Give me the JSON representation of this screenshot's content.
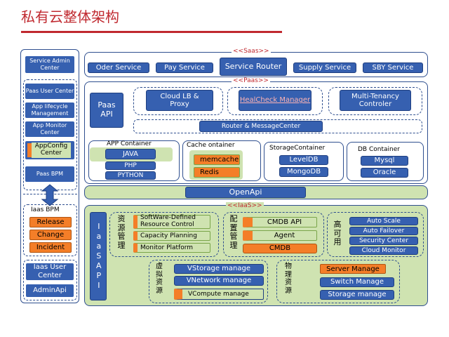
{
  "title": "私有云整体架构",
  "left": {
    "service_admin": "Service Admin Center",
    "paas_user": "Paas User Center",
    "app_lifecycle": "App lifecycle Management",
    "app_monitor": "App Monitor Center",
    "appconfig": "AppConfig Center",
    "paas_bpm": "Paas BPM",
    "iaas_bpm": "Iaas BPM",
    "release": "Release",
    "change": "Change",
    "incident": "Incident",
    "iaas_user": "Iaas User Center",
    "admin_api": "AdminApi"
  },
  "saas": {
    "tag": "<<Saas>>",
    "services": [
      "Oder Service",
      "Pay Service",
      "Service Router",
      "Supply Service",
      "SBY Service"
    ]
  },
  "paas": {
    "tag": "<<Paas>>",
    "api": "Paas API",
    "cloud_lb": "Cloud LB & Proxy",
    "healcheck": "HealCheck Manager",
    "multitenancy": "Multi-Tenancy Controler",
    "router": "Router & MessageCenter",
    "app_container": "APP Container",
    "apps": [
      "JAVA",
      "PHP",
      "PYTHON"
    ],
    "cache_container": "Cache ontainer",
    "caches": [
      "memcache",
      "Redis"
    ],
    "storage_container": "StorageContainer",
    "storages": [
      "LevelDB",
      "MongoDB"
    ],
    "db_container": "DB Container",
    "dbs": [
      "Mysql",
      "Oracle"
    ]
  },
  "openapi": "OpenApi",
  "iaas": {
    "tag": "<<IaaS>>",
    "api": "IaaSAPI",
    "resource_mgmt": "资源管理",
    "resources": [
      "SoftWare-Defined Resource Control",
      "Capacity Planning",
      "Monitor Platform"
    ],
    "config_mgmt": "配置管理",
    "configs": [
      "CMDB API",
      "Agent",
      "CMDB"
    ],
    "ha": "高可用",
    "ha_items": [
      "Auto Scale",
      "Auto Failover",
      "Security  Center",
      "Cloud Monitor"
    ],
    "virtual_resources": "虚拟资源",
    "virtuals": [
      "VStorage manage",
      "VNetwork manage",
      "VCompute manage"
    ],
    "physical_resources": "物理资源",
    "physicals": [
      "Server Manage",
      "Switch Manage",
      "Storage manage"
    ]
  }
}
